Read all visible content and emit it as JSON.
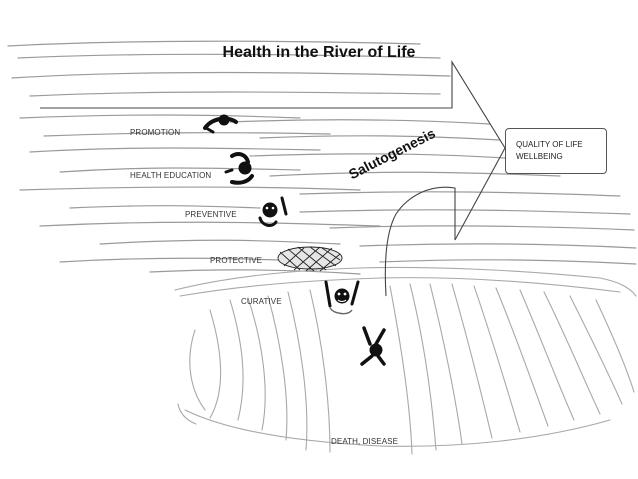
{
  "title": "Health in the River of Life",
  "labels": {
    "promotion": "PROMOTION",
    "health_education": "HEALTH EDUCATION",
    "preventive": "PREVENTIVE",
    "protective": "PROTECTIVE",
    "curative": "CURATIVE",
    "death": "DEATH, DISEASE"
  },
  "goal_box": {
    "line1": "QUALITY OF LIFE",
    "line2": "WELLBEING"
  },
  "salutogenesis": "Salutogenesis",
  "icons": [
    "swimmer-icon",
    "swimmer-icon",
    "swimmer-icon",
    "safety-net-icon",
    "drowning-person-icon",
    "falling-person-icon"
  ],
  "colors": {
    "stroke": "#9a9a9a",
    "figure": "#111111",
    "text": "#333333"
  }
}
